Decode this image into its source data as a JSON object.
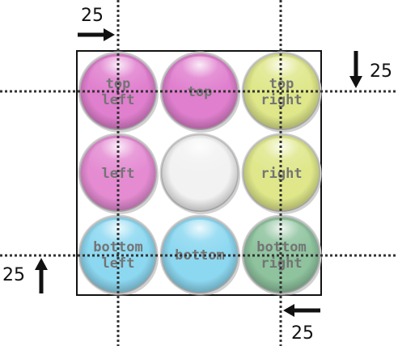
{
  "colors": {
    "pink": "#e07fce",
    "light_pink": "#e48bd2",
    "white": "#f2f2f2",
    "yellow": "#dfe78a",
    "cyan": "#8cd8f1",
    "green": "#8ec39e",
    "guide_line": "#333333",
    "label_text": "#747474"
  },
  "cells": [
    {
      "id": "top-left",
      "lines": [
        "top",
        "left"
      ],
      "color": "pink"
    },
    {
      "id": "top",
      "lines": [
        "top"
      ],
      "color": "pink"
    },
    {
      "id": "top-right",
      "lines": [
        "top",
        "right"
      ],
      "color": "yellow"
    },
    {
      "id": "left",
      "lines": [
        "left"
      ],
      "color": "light_pink"
    },
    {
      "id": "center",
      "lines": [],
      "color": "white"
    },
    {
      "id": "right",
      "lines": [
        "right"
      ],
      "color": "yellow"
    },
    {
      "id": "bottom-left",
      "lines": [
        "bottom",
        "left"
      ],
      "color": "cyan"
    },
    {
      "id": "bottom",
      "lines": [
        "bottom"
      ],
      "color": "cyan"
    },
    {
      "id": "bottom-right",
      "lines": [
        "bottom",
        "right"
      ],
      "color": "green"
    }
  ],
  "offsets": {
    "top_left": "25",
    "top_right": "25",
    "bottom_left": "25",
    "bottom_right": "25"
  }
}
